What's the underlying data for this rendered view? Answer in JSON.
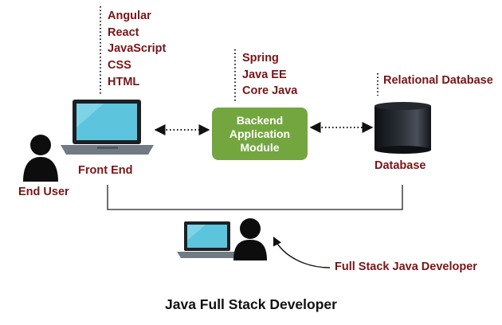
{
  "frontend": {
    "technologies": [
      "Angular",
      "React",
      "JavaScript",
      "CSS",
      "HTML"
    ],
    "label": "Front End"
  },
  "backend": {
    "technologies": [
      "Spring",
      "Java EE",
      "Core Java"
    ],
    "box_lines": [
      "Backend",
      "Application",
      "Module"
    ]
  },
  "database": {
    "technology": "Relational Database",
    "label": "Database"
  },
  "end_user": {
    "label": "End User"
  },
  "developer": {
    "label": "Full Stack Java Developer"
  },
  "caption": "Java Full Stack Developer",
  "colors": {
    "label_text": "#7a1416",
    "module_box": "#74a640",
    "database_body": "#14161b",
    "screen": "#5cc4dd",
    "laptop_body": "#707a82",
    "person": "#0d0d0d"
  },
  "icons": [
    "laptop-icon",
    "user-icon",
    "database-icon",
    "curved-arrow-icon"
  ]
}
